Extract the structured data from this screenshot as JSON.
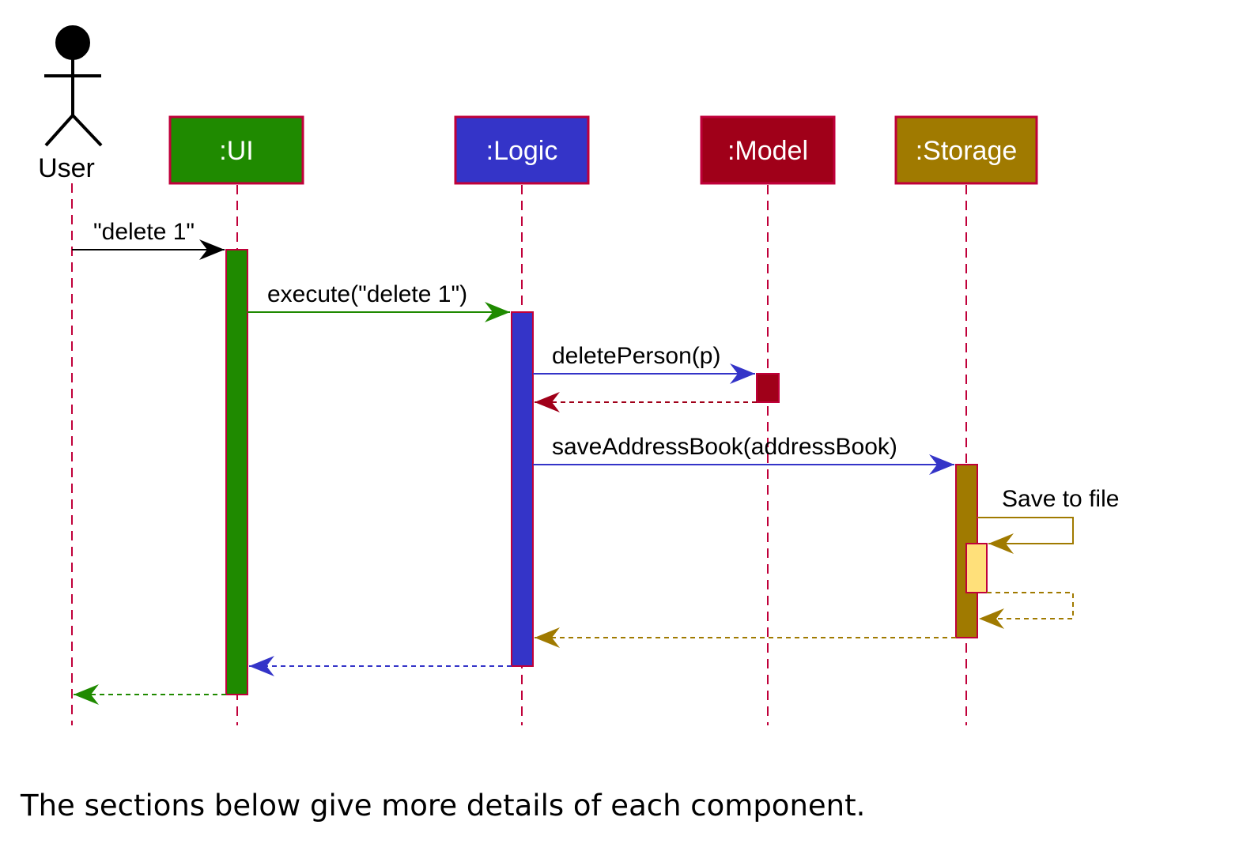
{
  "colors": {
    "ui": "#1f8a00",
    "logic": "#3434c8",
    "model": "#a00019",
    "storage": "#a07a00",
    "storage_sub": "#ffe07a",
    "border": "#c0003a",
    "lifeline": "#c0003a",
    "text": "#000000",
    "participant_text": "#ffffff",
    "storage_text": "#ffffff"
  },
  "actor": {
    "name": "User",
    "icon": "stick-figure-icon"
  },
  "participants": [
    {
      "id": "ui",
      "label": ":UI"
    },
    {
      "id": "logic",
      "label": ":Logic"
    },
    {
      "id": "model",
      "label": ":Model"
    },
    {
      "id": "storage",
      "label": ":Storage"
    }
  ],
  "messages": [
    {
      "from": "user",
      "to": "ui",
      "label": "\"delete 1\"",
      "kind": "call"
    },
    {
      "from": "ui",
      "to": "logic",
      "label": "execute(\"delete 1\")",
      "kind": "call"
    },
    {
      "from": "logic",
      "to": "model",
      "label": "deletePerson(p)",
      "kind": "call"
    },
    {
      "from": "model",
      "to": "logic",
      "label": "",
      "kind": "return"
    },
    {
      "from": "logic",
      "to": "storage",
      "label": "saveAddressBook(addressBook)",
      "kind": "call"
    },
    {
      "from": "storage",
      "to": "storage",
      "label": "Save to file",
      "kind": "self-call"
    },
    {
      "from": "storage",
      "to": "storage",
      "label": "",
      "kind": "self-return"
    },
    {
      "from": "storage",
      "to": "logic",
      "label": "",
      "kind": "return"
    },
    {
      "from": "logic",
      "to": "ui",
      "label": "",
      "kind": "return"
    },
    {
      "from": "ui",
      "to": "user",
      "label": "",
      "kind": "return"
    }
  ],
  "footer": "The sections below give more details of each component."
}
